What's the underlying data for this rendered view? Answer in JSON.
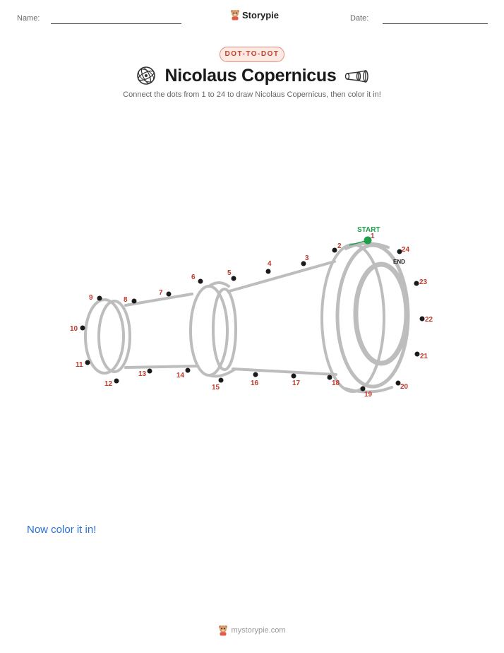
{
  "header": {
    "name_label": "Name:",
    "date_label": "Date:",
    "brand_name": "Storypie",
    "brand_logo_icon": "bear-mascot-icon"
  },
  "badge": "DOT-TO-DOT",
  "title": "Nicolaus Copernicus",
  "title_left_icon": "armillary-sphere-icon",
  "title_right_icon": "telescope-icon",
  "subtitle": "Connect the dots from 1 to 24 to draw Nicolaus Copernicus, then color it in!",
  "puzzle": {
    "subject": "telescope",
    "start_label": "START",
    "end_label": "END",
    "dot_numbers": [
      "1",
      "2",
      "3",
      "4",
      "5",
      "6",
      "7",
      "8",
      "9",
      "10",
      "11",
      "12",
      "13",
      "14",
      "15",
      "16",
      "17",
      "18",
      "19",
      "20",
      "21",
      "22",
      "23",
      "24"
    ],
    "colors": {
      "outline": "#bdbdbd",
      "dot": "#1a1a1a",
      "number": "#c0392b",
      "start": "#1e9e48"
    }
  },
  "color_prompt": "Now color it in!",
  "footer": {
    "website": "mystorypie.com"
  }
}
